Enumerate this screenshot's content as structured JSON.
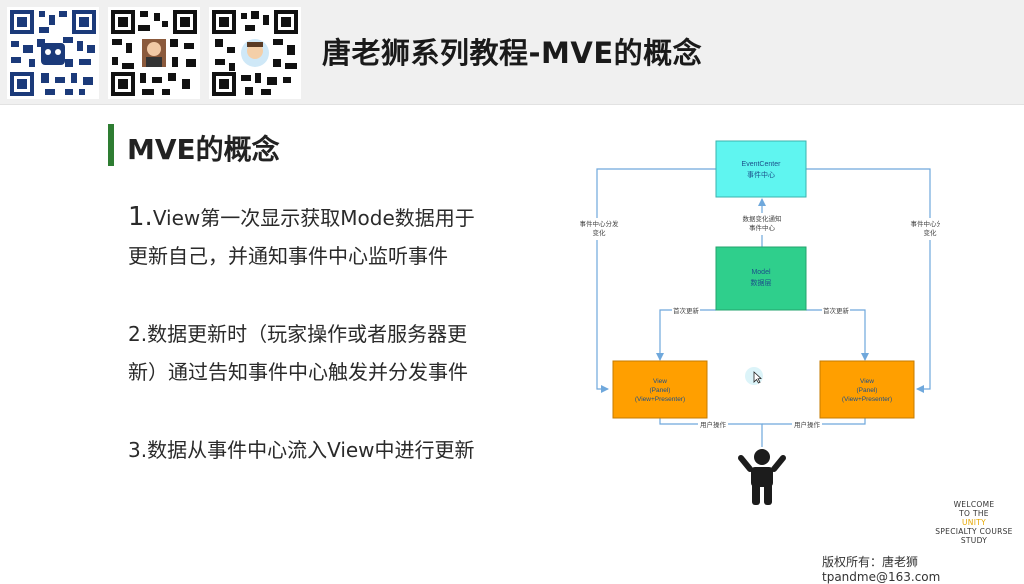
{
  "header": {
    "title": "唐老狮系列教程-MVE的概念",
    "qr_codes": [
      "qr-code-1",
      "qr-code-2",
      "qr-code-3"
    ]
  },
  "section": {
    "title": "MVE的概念"
  },
  "points": [
    {
      "num": "1.",
      "line1": "View第一次显示获取Mode数据用于",
      "line2": "更新自己，并通知事件中心监听事件"
    },
    {
      "line1": "2.数据更新时（玩家操作或者服务器更",
      "line2": "新）通过告知事件中心触发并分发事件"
    },
    {
      "line1": "3.数据从事件中心流入View中进行更新"
    }
  ],
  "diagram": {
    "event_center": {
      "line1": "EventCenter",
      "line2": "事件中心"
    },
    "model": {
      "line1": "Model",
      "line2": "数据层"
    },
    "view_left": {
      "line1": "View",
      "line2": "(Panel)",
      "line3": "(View+Presenter)"
    },
    "view_right": {
      "line1": "View",
      "line2": "(Panel)",
      "line3": "(View+Presenter)"
    },
    "label_left_dispatch": {
      "line1": "事件中心分发",
      "line2": "变化"
    },
    "label_right_dispatch": {
      "line1": "事件中心分发",
      "line2": "变化"
    },
    "label_notify": {
      "line1": "数据变化通知",
      "line2": "事件中心"
    },
    "label_first_update_left": "首次更新",
    "label_first_update_right": "首次更新",
    "label_user_op_left": "用户操作",
    "label_user_op_right": "用户操作",
    "colors": {
      "event_center": "#5ff5f0",
      "model": "#2fcf8c",
      "view": "#ff9f00",
      "line": "#6fa8dc"
    }
  },
  "welcome": {
    "line1": "WELCOME",
    "line2": "TO THE",
    "line3": "UNITY",
    "line4": "SPECIALTY COURSE",
    "line5": "STUDY"
  },
  "footer": {
    "copyright": "版权所有：唐老狮 tpandme@163.com"
  }
}
